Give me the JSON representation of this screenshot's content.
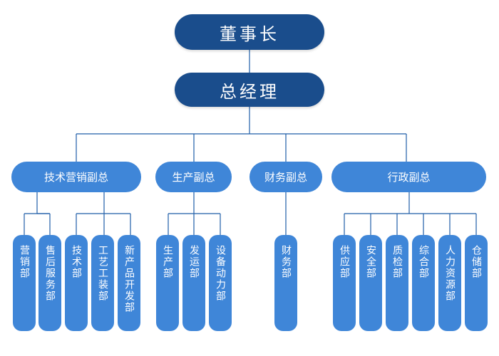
{
  "chairman": "董事长",
  "general_manager": "总经理",
  "vice_presidents": [
    {
      "label": "技术营销副总",
      "departments": [
        "营销部",
        "售后服务部",
        "技术部",
        "工艺工装部",
        "新产品开发部"
      ]
    },
    {
      "label": "生产副总",
      "departments": [
        "生产部",
        "发运部",
        "设备动力部"
      ]
    },
    {
      "label": "财务副总",
      "departments": [
        "财务部"
      ]
    },
    {
      "label": "行政副总",
      "departments": [
        "供应部",
        "安全部",
        "质检部",
        "综合部",
        "人力资源部",
        "仓储部"
      ]
    }
  ],
  "colors": {
    "top_nodes": "#1a4d8c",
    "sub_nodes": "#3f86d8",
    "lines": "#1f5ea8"
  }
}
